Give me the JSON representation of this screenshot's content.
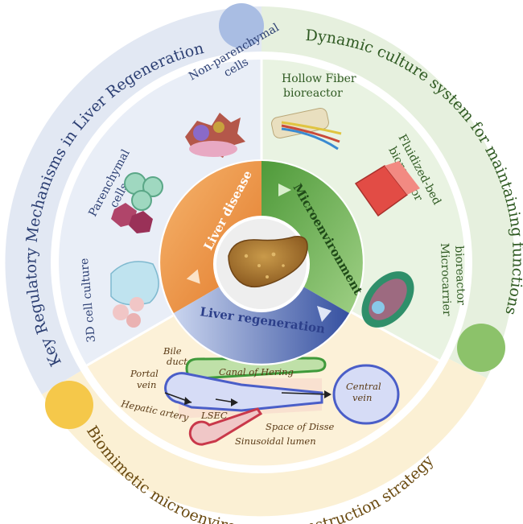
{
  "ring": {
    "top_left": "Key Regulatory Mechanisms in Liver Regeneration",
    "right": "Dynamic culture system for maintaining functions",
    "bottom": "Biomimetic microenvironment construction strategy"
  },
  "left_sector": {
    "non_parenchymal_line1": "Non-parenchymal",
    "non_parenchymal_line2": "cells",
    "parenchymal_line1": "Parenchymal",
    "parenchymal_line2": "cells",
    "culture_3d": "3D cell culture"
  },
  "right_sector": {
    "hollow_fiber_line1": "Hollow Fiber",
    "hollow_fiber_line2": "bioreactor",
    "fluidized_line1": "Fluidized-bed",
    "fluidized_line2": "bioreactor",
    "microcarrier_line1": "Microcarrier",
    "microcarrier_line2": "bioreactor"
  },
  "inner": {
    "liver_disease": "Liver disease",
    "microenvironment": "Microenvironment",
    "liver_regeneration": "Liver regeneration"
  },
  "anatomy": {
    "bile_duct_line1": "Bile",
    "bile_duct_line2": "duct",
    "portal_vein_line1": "Portal",
    "portal_vein_line2": "vein",
    "hepatic_artery": "Hepatic artery",
    "canal_of_hering": "Canal of Hering",
    "central_vein_line1": "Central",
    "central_vein_line2": "vein",
    "lsec": "LSEC",
    "space_of_disse": "Space of Disse",
    "sinusoidal_lumen": "Sinusoidal lumen"
  },
  "colors": {
    "blue_ring": "#dfe6f2",
    "blue_text": "#2c3f73",
    "green_ring": "#e4efdc",
    "green_text": "#2f5a22",
    "yellow_ring": "#faeed0",
    "yellow_text": "#6a4a10",
    "orange": "#e98a3a",
    "green_inner": "#6aaa4a",
    "blue_inner": "#4a6ab0"
  }
}
